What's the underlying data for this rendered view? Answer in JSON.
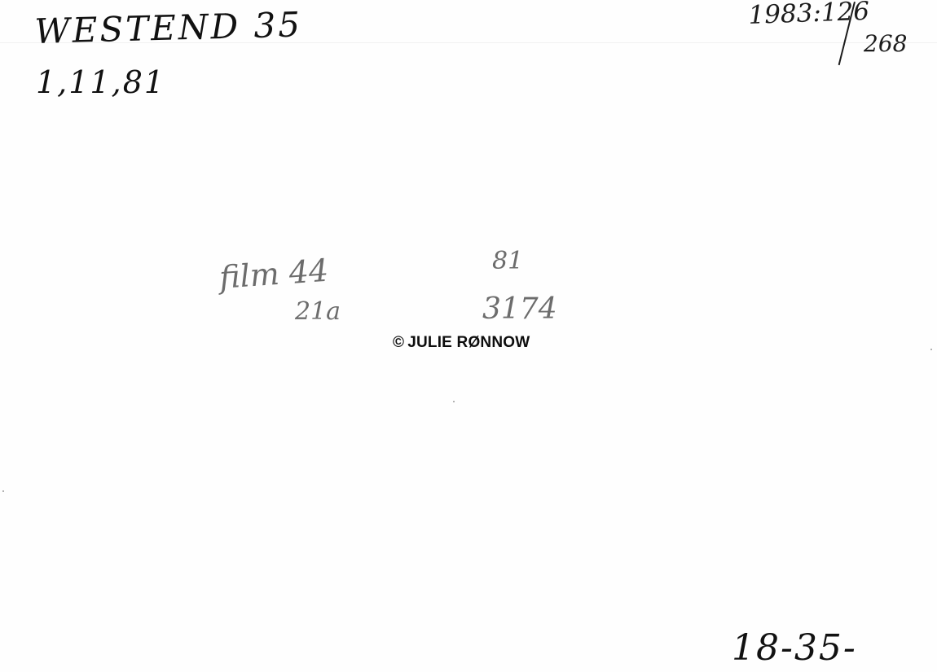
{
  "annotations": {
    "title": "WESTEND  35",
    "date": "1,11,81",
    "catalog_main": "1983:126",
    "catalog_sub": "268",
    "film_label": "film 44",
    "film_sub": "21a",
    "number_top": "81",
    "number_bottom": "3174",
    "bottom_right": "18-35-"
  },
  "stamp": {
    "copyright_symbol": "©",
    "text": "JULIE RØNNOW"
  }
}
